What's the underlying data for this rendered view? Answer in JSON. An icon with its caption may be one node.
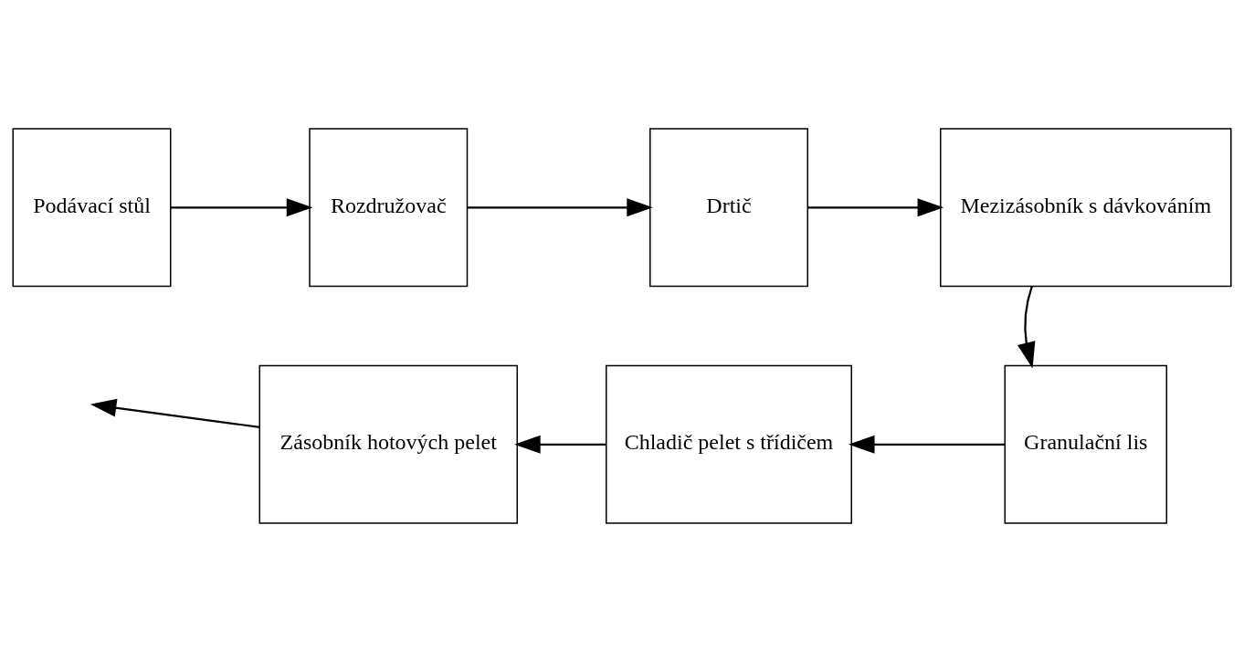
{
  "diagram": {
    "nodes": [
      {
        "text": [
          "Podávací stůl"
        ]
      },
      {
        "text": [
          "Rozdružovač"
        ]
      },
      {
        "text": [
          "Drtič"
        ]
      },
      {
        "text": [
          "Mezizásobník s dávkováním"
        ]
      },
      {
        "text": [
          "Granulační lis"
        ]
      },
      {
        "text": [
          "Chladič pelet s třídičem"
        ]
      },
      {
        "text": [
          "Zásobník hotových pelet"
        ]
      }
    ],
    "edges": [
      {
        "from": 0,
        "to": 1,
        "arrow": "to"
      },
      {
        "from": 1,
        "to": 2,
        "arrow": "to"
      },
      {
        "from": 2,
        "to": 3,
        "arrow": "to"
      },
      {
        "from": 3,
        "to": 4,
        "arrow": "to"
      },
      {
        "from": 4,
        "to": 5,
        "arrow": "to"
      },
      {
        "from": 5,
        "to": 6,
        "arrow": "to"
      },
      {
        "from": 6,
        "to": null,
        "arrow": "to"
      }
    ]
  }
}
